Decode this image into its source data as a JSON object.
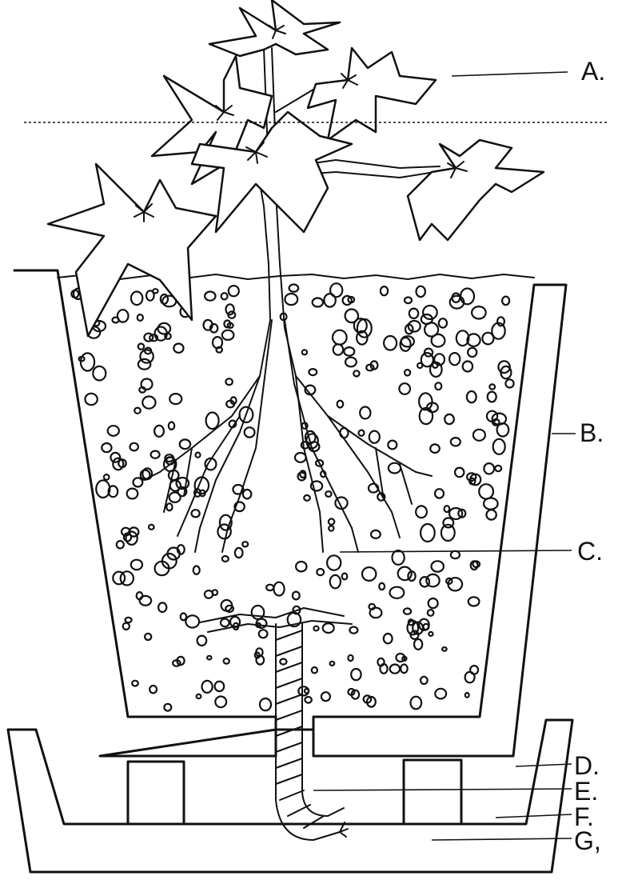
{
  "labels": {
    "a": "A.",
    "b": "B.",
    "c": "C.",
    "d": "D.",
    "e": "E.",
    "f": "F.",
    "g": "G,"
  }
}
